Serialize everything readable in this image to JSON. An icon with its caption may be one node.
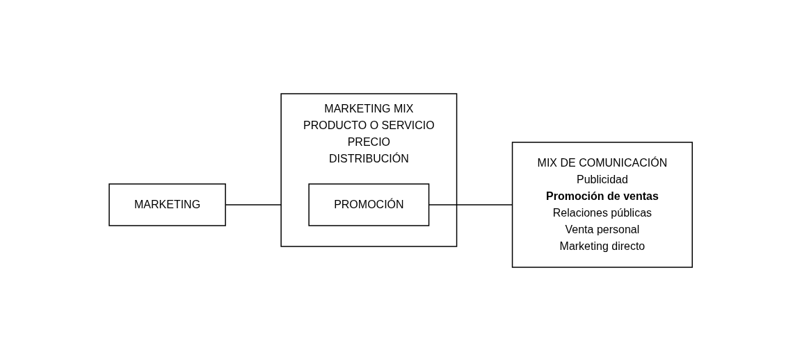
{
  "diagram": {
    "nodes": [
      {
        "text": [
          "MARKETING"
        ]
      },
      {
        "text": [
          "MARKETING MIX",
          "PRODUCTO O SERVICIO",
          "PRECIO",
          "DISTRIBUCIÓN"
        ]
      },
      {
        "text": [
          "PROMOCIÓN"
        ],
        "in": 1
      },
      {
        "text": [
          "MIX DE COMUNICACIÓN",
          "Publicidad",
          "**Promoción de ventas**",
          "Relaciones públicas",
          "Venta personal",
          "Marketing directo"
        ]
      }
    ],
    "edges": [
      {
        "from": 0,
        "to": 1,
        "arrow": "none"
      },
      {
        "from": 2,
        "to": 3,
        "arrow": "none"
      }
    ]
  }
}
